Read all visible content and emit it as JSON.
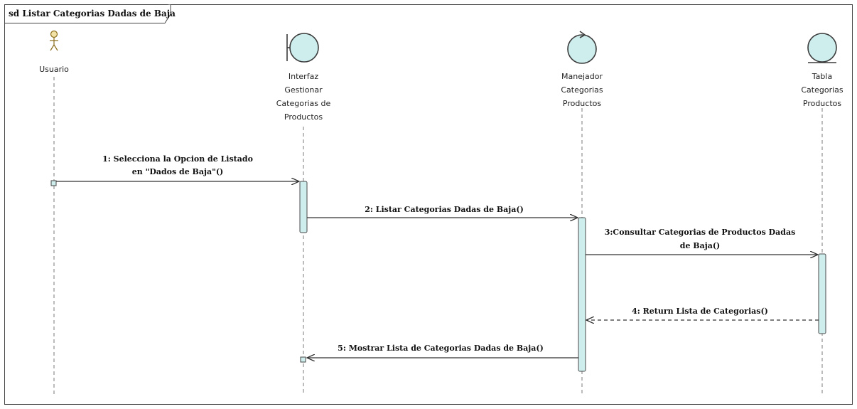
{
  "frame": {
    "title": "sd Listar Categorias Dadas de Baja"
  },
  "actors": [
    {
      "id": "usuario",
      "type": "actor",
      "label_lines": [
        "Usuario"
      ]
    },
    {
      "id": "interfaz",
      "type": "boundary",
      "label_lines": [
        "Interfaz",
        "Gestionar",
        "Categorias de",
        "Productos"
      ]
    },
    {
      "id": "manejador",
      "type": "control",
      "label_lines": [
        "Manejador",
        "Categorias",
        "Productos"
      ]
    },
    {
      "id": "tabla",
      "type": "entity",
      "label_lines": [
        "Tabla",
        "Categorias",
        "Productos"
      ]
    }
  ],
  "messages": [
    {
      "id": "m1",
      "from": "usuario",
      "to": "interfaz",
      "kind": "sync",
      "label_lines": [
        "1: Selecciona la Opcion de Listado",
        "en \"Dados de Baja\"()"
      ]
    },
    {
      "id": "m2",
      "from": "interfaz",
      "to": "manejador",
      "kind": "sync",
      "label_lines": [
        "2: Listar Categorias Dadas de Baja()"
      ]
    },
    {
      "id": "m3",
      "from": "manejador",
      "to": "tabla",
      "kind": "sync",
      "label_lines": [
        "3:Consultar Categorias de Productos Dadas",
        "de Baja()"
      ]
    },
    {
      "id": "m4",
      "from": "tabla",
      "to": "manejador",
      "kind": "return",
      "label_lines": [
        "4: Return Lista de Categorias()"
      ]
    },
    {
      "id": "m5",
      "from": "manejador",
      "to": "interfaz",
      "kind": "sync",
      "label_lines": [
        "5: Mostrar Lista de Categorias Dadas de Baja()"
      ]
    }
  ],
  "colors": {
    "object_fill": "#cdeeed",
    "actor_fill": "#f3e2a6",
    "line": "#333333"
  }
}
